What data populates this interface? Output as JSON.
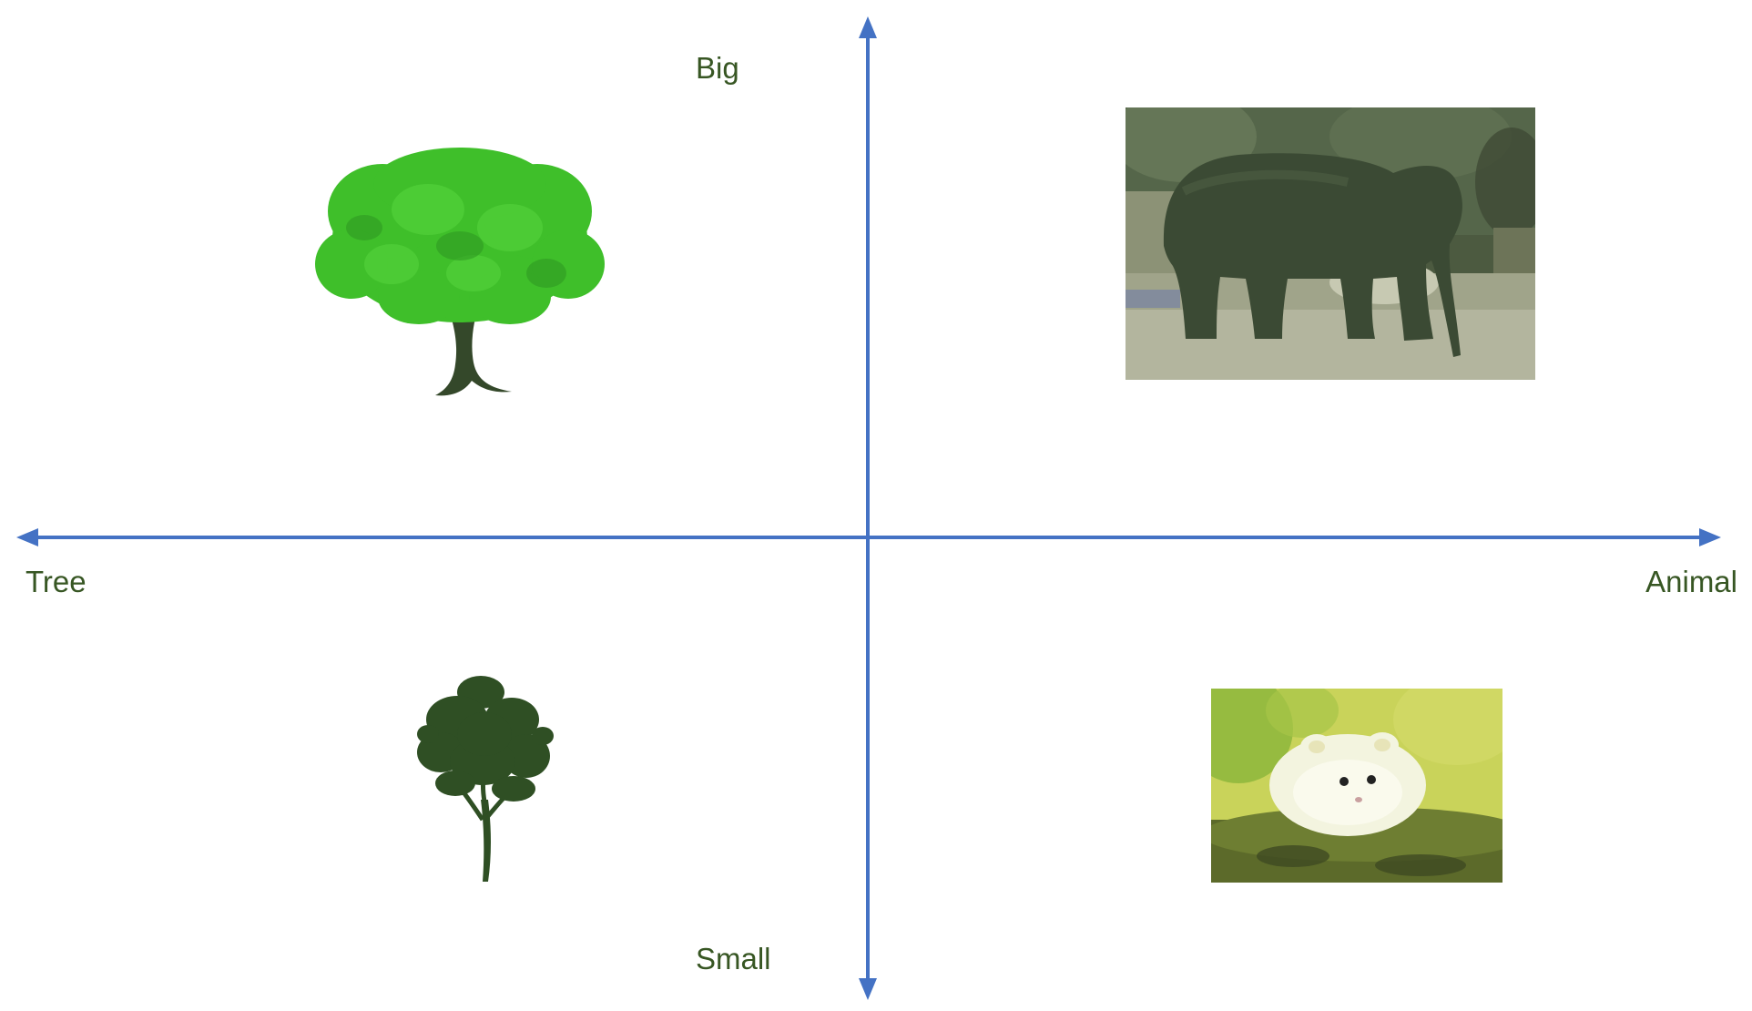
{
  "diagram": {
    "type": "quadrant",
    "axes": {
      "vertical": {
        "top_label": "Big",
        "bottom_label": "Small"
      },
      "horizontal": {
        "left_label": "Tree",
        "right_label": "Animal"
      }
    },
    "quadrants": [
      {
        "position": "top-left",
        "item": "big-tree-illustration"
      },
      {
        "position": "top-right",
        "item": "elephant-photo"
      },
      {
        "position": "bottom-left",
        "item": "small-tree-illustration"
      },
      {
        "position": "bottom-right",
        "item": "hamster-photo"
      }
    ],
    "colors": {
      "axis": "#4472c4",
      "label_text": "#375623",
      "big_tree_foliage": "#3fbf2a",
      "big_tree_trunk": "#34482a",
      "small_tree": "#2f4f24",
      "elephant_background": "#5a6a4c",
      "hamster_background": "#c9d35a"
    }
  }
}
